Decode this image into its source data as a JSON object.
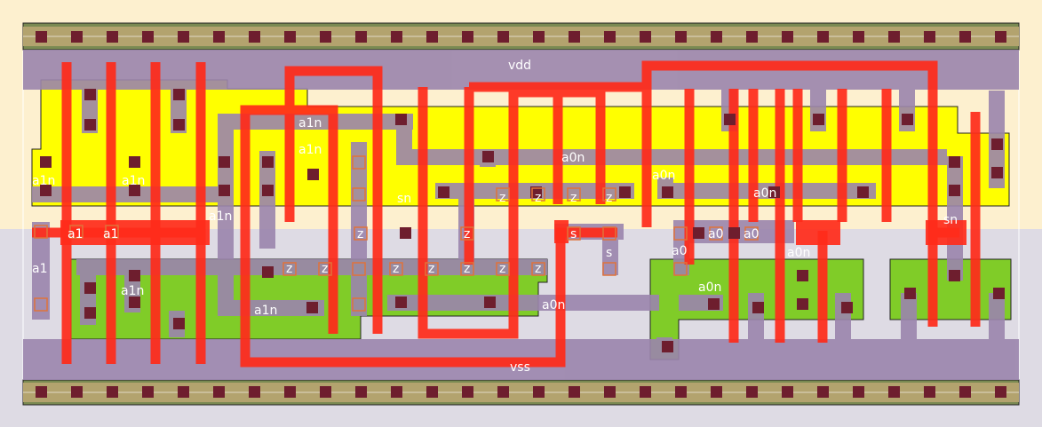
{
  "cell": {
    "power_rail_label": "vdd",
    "ground_rail_label": "vss"
  },
  "nets": {
    "a1n_1": "a1n",
    "a1n_2": "a1n",
    "a1n_3": "a1n",
    "a1n_4": "a1n",
    "a1n_5": "a1n",
    "a1n_6": "a1n",
    "a1n_7": "a1n",
    "a1_1": "a1",
    "a1_2": "a1",
    "a1_3": "a1",
    "a0n_1": "a0n",
    "a0n_2": "a0n",
    "a0n_3": "a0n",
    "a0n_4": "a0n",
    "a0n_5": "a0n",
    "a0n_6": "a0n",
    "a0_1": "a0",
    "a0_2": "a0",
    "a0_3": "a0",
    "sn_1": "sn",
    "sn_2": "sn",
    "s_1": "s",
    "s_2": "s",
    "z_1": "z",
    "z_2": "z",
    "z_3": "z",
    "z_4": "z",
    "z_5": "z",
    "z_6": "z",
    "z_7": "z",
    "z_8": "z",
    "z_9": "z",
    "z_10": "z",
    "z_11": "z",
    "z_12": "z",
    "z_13": "z"
  },
  "colors": {
    "background": "#e8e4ee",
    "nwell": "#fdf0cf",
    "p_diffusion": "#ffff00",
    "n_diffusion": "#80cc28",
    "poly": "#ff2b1a",
    "metal1": "#9b85ad",
    "contact": "#6e1e2e",
    "rail_band": "#b3a36e"
  }
}
